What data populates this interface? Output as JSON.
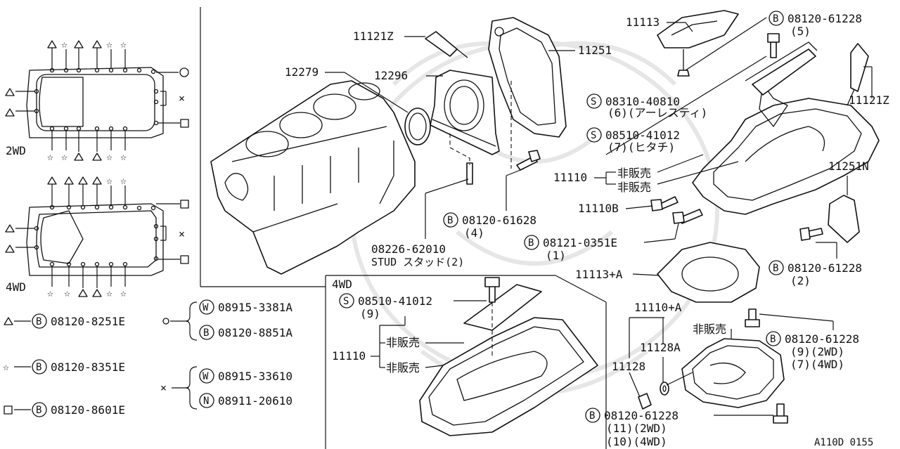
{
  "legend": {
    "layout_2wd": "2WD",
    "layout_4wd": "4WD",
    "triangle_part": "08120-8251E",
    "star_part": "08120-8351E",
    "square_part": "08120-8601E",
    "circle_part_w": "08915-3381A",
    "circle_part_b": "08120-8851A",
    "cross_part_w": "08915-33610",
    "cross_part_n": "08911-20610",
    "prefix_b": "B",
    "prefix_w": "W",
    "prefix_n": "N",
    "prefix_s": "S"
  },
  "callouts": {
    "p11121z_top": "11121Z",
    "p11251": "11251",
    "p12279": "12279",
    "p12296": "12296",
    "p11113": "11113",
    "p08120_61228_a": "08120-61228",
    "p08120_61228_a_qty": "(5)",
    "p08310_40810": "08310-40810",
    "p08310_40810_note": "(6)(アーレスティ)",
    "p08510_41012": "08510-41012",
    "p08510_41012_note": "(7)(ヒタチ)",
    "p11121z_right": "11121Z",
    "p11110": "11110",
    "hihanbai_1": "非販売",
    "hihanbai_2": "非販売",
    "p11251n": "11251N",
    "p11110b": "11110B",
    "p08120_61628": "08120-61628",
    "p08120_61628_qty": "(4)",
    "p08121_0351e": "08121-0351E",
    "p08121_0351e_qty": "(1)",
    "p08226_62010": "08226-62010",
    "stud_label": "STUD スタッド(2)",
    "p11113a": "11113+A",
    "p08120_61228_b": "08120-61228",
    "p08120_61228_b_qty": "(2)",
    "p11110a": "11110+A",
    "hihanbai_3": "非販売",
    "p11128a": "11128A",
    "p11128": "11128",
    "p08120_61228_c": "08120-61228",
    "p08120_61228_c_q1": "(9)(2WD)",
    "p08120_61228_c_q2": "(7)(4WD)",
    "p08120_61228_d": "08120-61228",
    "p08120_61228_d_q1": "(11)(2WD)",
    "p08120_61228_d_q2": "(10)(4WD)",
    "drawing_code": "A110D 0155"
  },
  "inset_4wd": {
    "title": "4WD",
    "p08510_41012": "08510-41012",
    "p08510_41012_qty": "(9)",
    "p11110": "11110",
    "hihanbai_1": "非販売",
    "hihanbai_2": "非販売"
  }
}
